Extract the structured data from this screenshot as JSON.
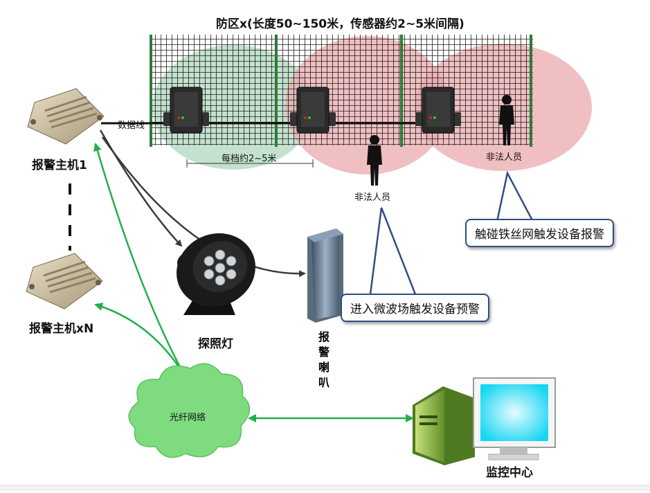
{
  "title": "防区x(长度50~150米，传感器约2~5米间隔)",
  "labels": {
    "data_line": "数据线",
    "spacing": "每档约2~5米",
    "intruder_1": "非法人员",
    "intruder_2": "非法人员",
    "host_1": "报警主机1",
    "host_n": "报警主机xN",
    "searchlight": "探照灯",
    "speaker_chars": [
      "报",
      "警",
      "喇",
      "叭"
    ],
    "fiber_network": "光纤网络",
    "monitor_center": "监控中心"
  },
  "callouts": {
    "fence_alarm": "触碰铁丝网触发设备报警",
    "microwave_warning": "进入微波场触发设备预警"
  },
  "colors": {
    "fence_grid": "#1b1b1b",
    "fence_post": "#2f7a38",
    "green_zone": "#b9dcc6",
    "red_zone": "#e9a9ad",
    "green_arrow": "#20b04b",
    "dark_arrow": "#3a3a3a",
    "callout_border": "#2e4f7d",
    "cloud": "#7fdb7f"
  }
}
